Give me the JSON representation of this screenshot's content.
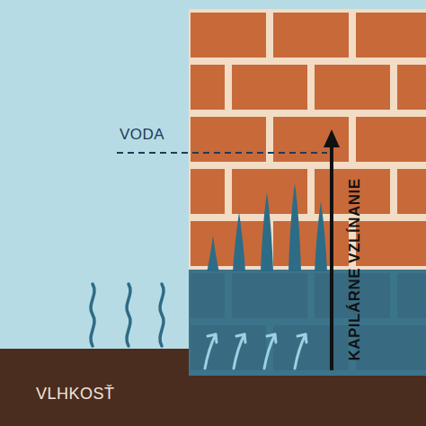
{
  "diagram": {
    "labels": [
      "VODA",
      "KAPILÁRNE VZLÍNANIE",
      "VLHKOSŤ"
    ]
  }
}
